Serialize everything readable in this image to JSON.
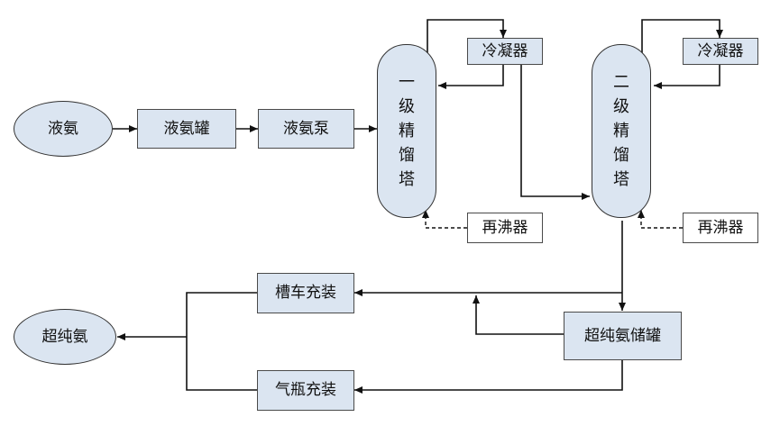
{
  "nodes": {
    "liquid_ammonia": "液氨",
    "liquid_ammonia_tank": "液氨罐",
    "liquid_ammonia_pump": "液氨泵",
    "tower1": [
      "一",
      "级",
      "精",
      "馏",
      "塔"
    ],
    "condenser1": "冷凝器",
    "reboiler1": "再沸器",
    "tower2": [
      "二",
      "级",
      "精",
      "馏",
      "塔"
    ],
    "condenser2": "冷凝器",
    "reboiler2": "再沸器",
    "ultrapure_tank": "超纯氨储罐",
    "tanker_filling": "槽车充装",
    "cylinder_filling": "气瓶充装",
    "ultrapure_ammonia": "超纯氨"
  },
  "colors": {
    "node_fill": "#dbe5f1",
    "plain_fill": "#ffffff",
    "line": "#111111"
  }
}
